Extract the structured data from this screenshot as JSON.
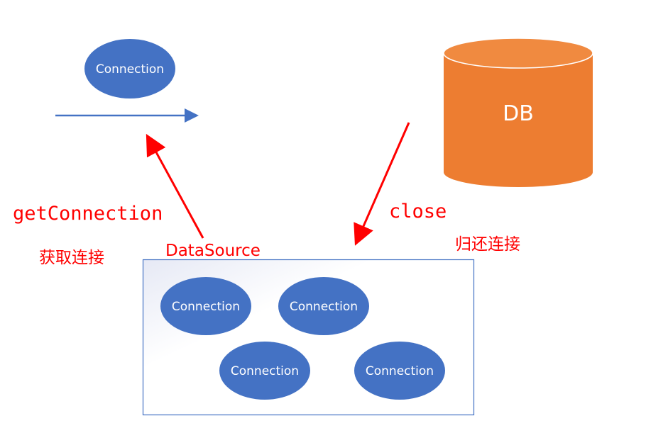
{
  "colors": {
    "connection_fill": "#4472c4",
    "db_fill": "#ed7d31",
    "db_top_fill": "#f08a40",
    "arrow_red": "#ff0000",
    "datasource_border": "#4472c4"
  },
  "top_connection": {
    "label": "Connection"
  },
  "db": {
    "label": "DB"
  },
  "get_connection": {
    "method": "getConnection",
    "caption": "获取连接"
  },
  "close_action": {
    "method": "close",
    "caption": "归还连接"
  },
  "datasource": {
    "label": "DataSource",
    "pool": [
      {
        "label": "Connection"
      },
      {
        "label": "Connection"
      },
      {
        "label": "Connection"
      },
      {
        "label": "Connection"
      }
    ]
  }
}
